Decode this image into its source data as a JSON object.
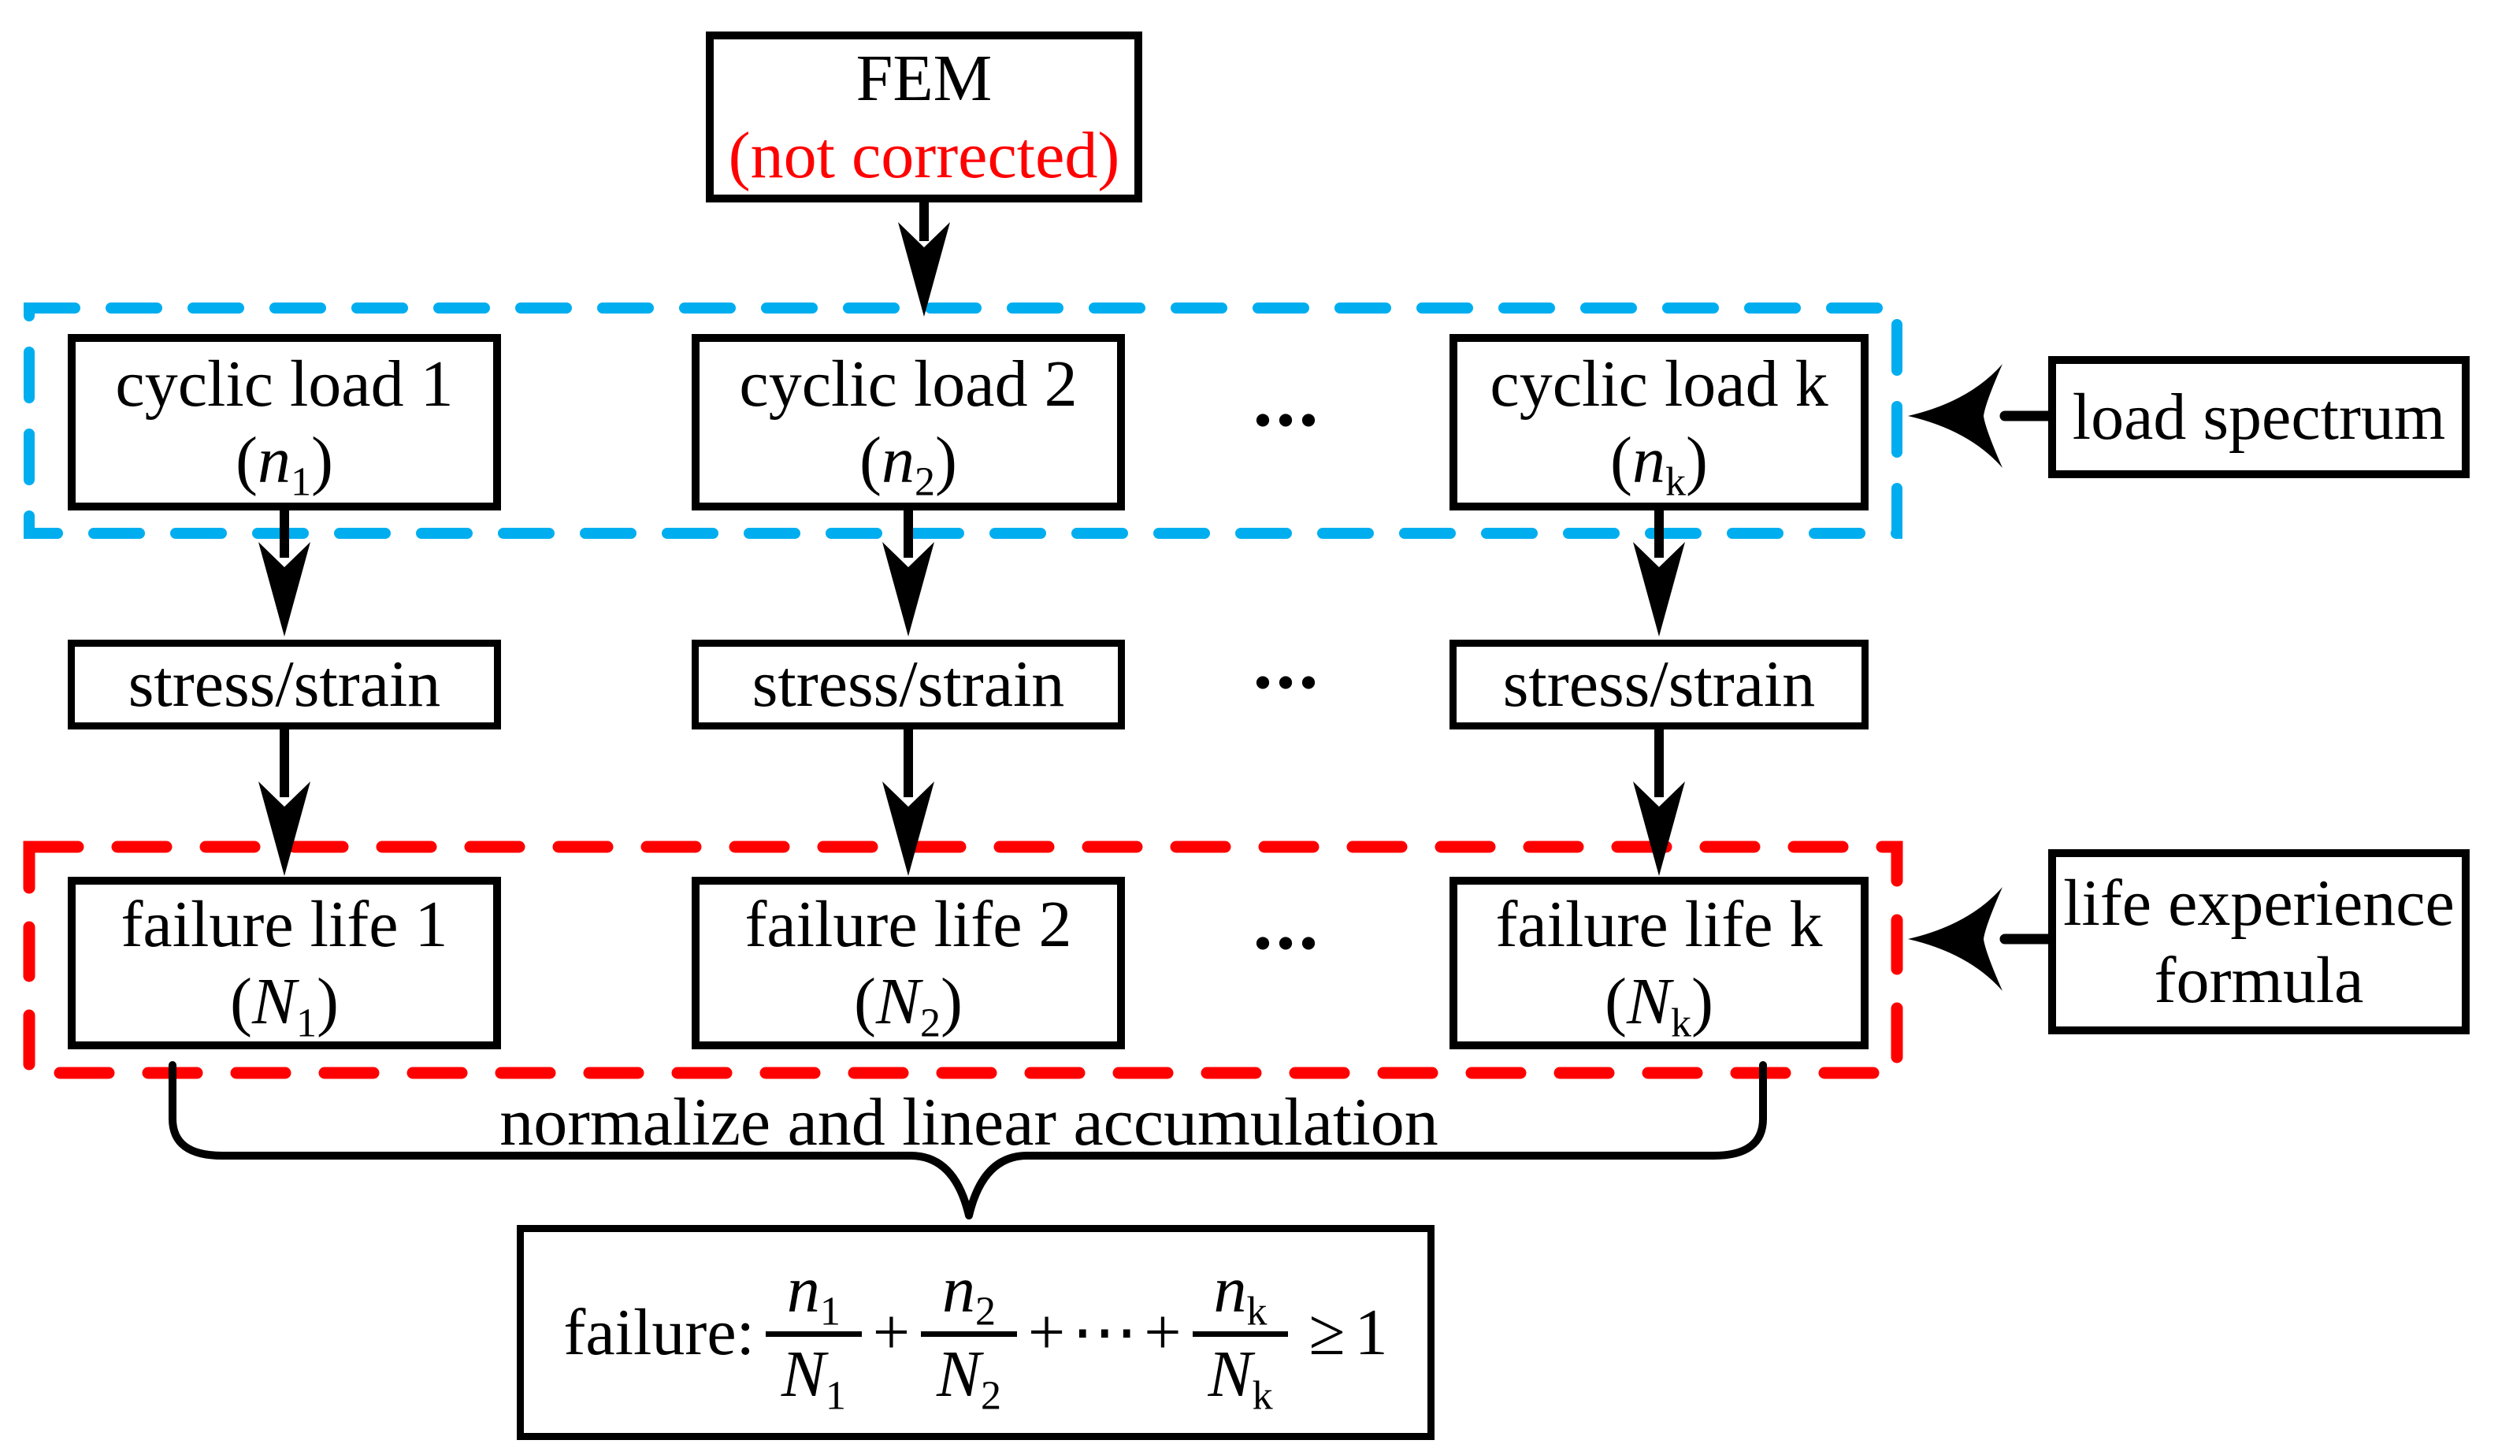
{
  "fem": {
    "line1": "FEM",
    "line2": "(not corrected)"
  },
  "symbols": {
    "open": "(",
    "close": ")"
  },
  "load_row": {
    "boxes": [
      {
        "label": "cyclic load 1",
        "var": "n",
        "sub": "1"
      },
      {
        "label": "cyclic load 2",
        "var": "n",
        "sub": "2"
      },
      {
        "label": "cyclic load k",
        "var": "n",
        "sub": "k"
      }
    ],
    "dots": "...",
    "annotation": "load spectrum"
  },
  "stress_row": {
    "boxes": [
      "stress/strain",
      "stress/strain",
      "stress/strain"
    ],
    "dots": "..."
  },
  "life_row": {
    "boxes": [
      {
        "label": "failure life 1",
        "var": "N",
        "sub": "1"
      },
      {
        "label": "failure life 2",
        "var": "N",
        "sub": "2"
      },
      {
        "label": "failure life k",
        "var": "N",
        "sub": "k"
      }
    ],
    "dots": "...",
    "annotation_line1": "life experience",
    "annotation_line2": "formula"
  },
  "accumulation_label": "normalize and linear accumulation",
  "formula": {
    "prefix": "failure:",
    "terms": [
      {
        "num": "n",
        "num_sub": "1",
        "den": "N",
        "den_sub": "1"
      },
      {
        "num": "n",
        "num_sub": "2",
        "den": "N",
        "den_sub": "2"
      },
      {
        "num": "n",
        "num_sub": "k",
        "den": "N",
        "den_sub": "k"
      }
    ],
    "plus": "+",
    "cdots": "⋯",
    "geq": "≥",
    "rhs": "1"
  },
  "colors": {
    "load_dash": "#00AEEF",
    "life_dash": "#FF0000",
    "fem_note": "#FF0000",
    "line": "#000000"
  }
}
